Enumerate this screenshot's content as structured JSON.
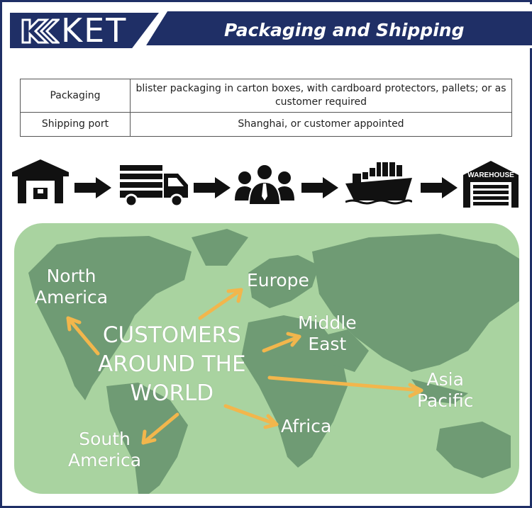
{
  "brand": {
    "logo_text": "KET",
    "title": "Packaging and Shipping"
  },
  "spec_table": {
    "rows": [
      {
        "label": "Packaging",
        "value": "blister packaging in carton boxes, with cardboard protectors, pallets; or as customer required"
      },
      {
        "label": "Shipping port",
        "value": "Shanghai, or customer appointed"
      }
    ]
  },
  "process_flow": {
    "steps": [
      "factory-warehouse-icon",
      "delivery-truck-icon",
      "customers-group-icon",
      "cargo-ship-icon",
      "destination-warehouse-icon"
    ],
    "warehouse_sign": "WAREHOUSE"
  },
  "map": {
    "center_text": [
      "CUSTOMERS",
      "AROUND THE",
      "WORLD"
    ],
    "destinations": {
      "north_america": [
        "North",
        "America"
      ],
      "europe": [
        "Europe"
      ],
      "middle_east": [
        "Middle",
        "East"
      ],
      "asia_pacific": [
        "Asia",
        "Pacific"
      ],
      "africa": [
        "Africa"
      ],
      "south_america": [
        "South",
        "America"
      ]
    }
  },
  "colors": {
    "navy": "#1f2f66",
    "map_sea": "#a9d3a0",
    "map_land": "#6f9b74",
    "arrow": "#f2b64c"
  }
}
